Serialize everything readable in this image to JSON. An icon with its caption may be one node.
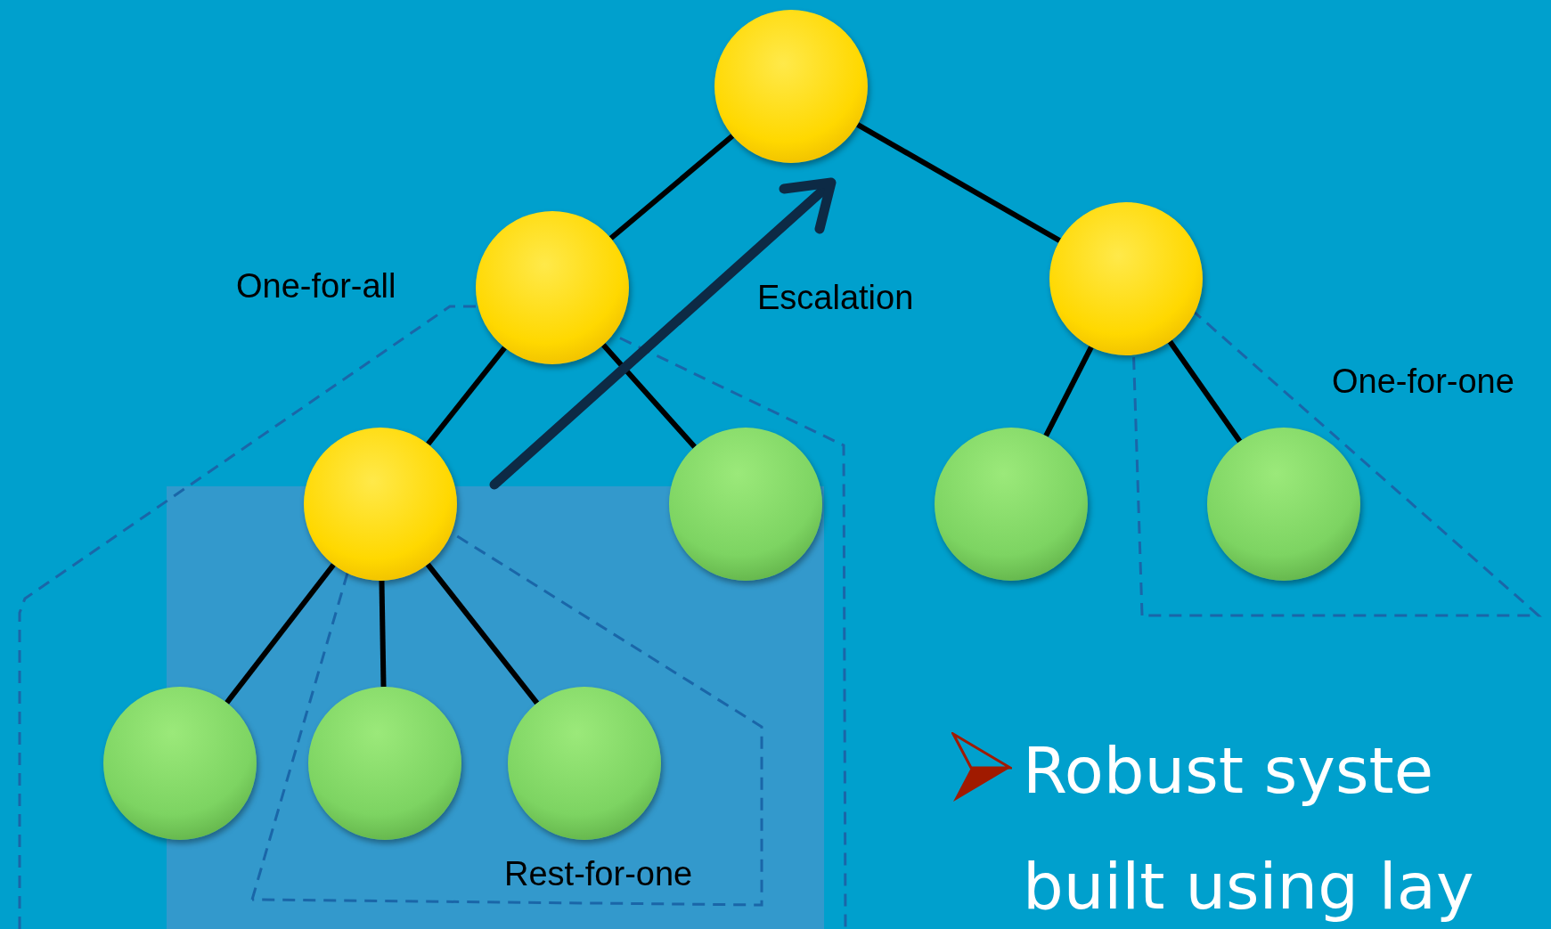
{
  "diagram": {
    "nodes": [
      {
        "text": [],
        "shape": "circle"
      },
      {
        "text": [],
        "shape": "circle"
      },
      {
        "text": [],
        "shape": "circle"
      },
      {
        "text": [],
        "shape": "circle"
      },
      {
        "text": [],
        "shape": "circle"
      },
      {
        "text": [],
        "shape": "circle"
      },
      {
        "text": [],
        "shape": "circle"
      },
      {
        "text": [],
        "shape": "circle"
      },
      {
        "text": [],
        "shape": "circle"
      },
      {
        "text": [],
        "shape": "circle"
      }
    ],
    "edges": [
      {
        "from": 0,
        "to": 1,
        "arrow": "none"
      },
      {
        "from": 0,
        "to": 2,
        "arrow": "none"
      },
      {
        "from": 1,
        "to": 3,
        "arrow": "none"
      },
      {
        "from": 1,
        "to": 4,
        "arrow": "none"
      },
      {
        "from": 2,
        "to": 5,
        "arrow": "none"
      },
      {
        "from": 2,
        "to": 6,
        "arrow": "none"
      },
      {
        "from": 3,
        "to": 7,
        "arrow": "none"
      },
      {
        "from": 3,
        "to": 8,
        "arrow": "none"
      },
      {
        "from": 3,
        "to": 9,
        "arrow": "none"
      }
    ],
    "labels": [
      "One-for-all",
      "Escalation",
      "One-for-one",
      "Rest-for-one",
      "Robust syste built using lay"
    ]
  }
}
